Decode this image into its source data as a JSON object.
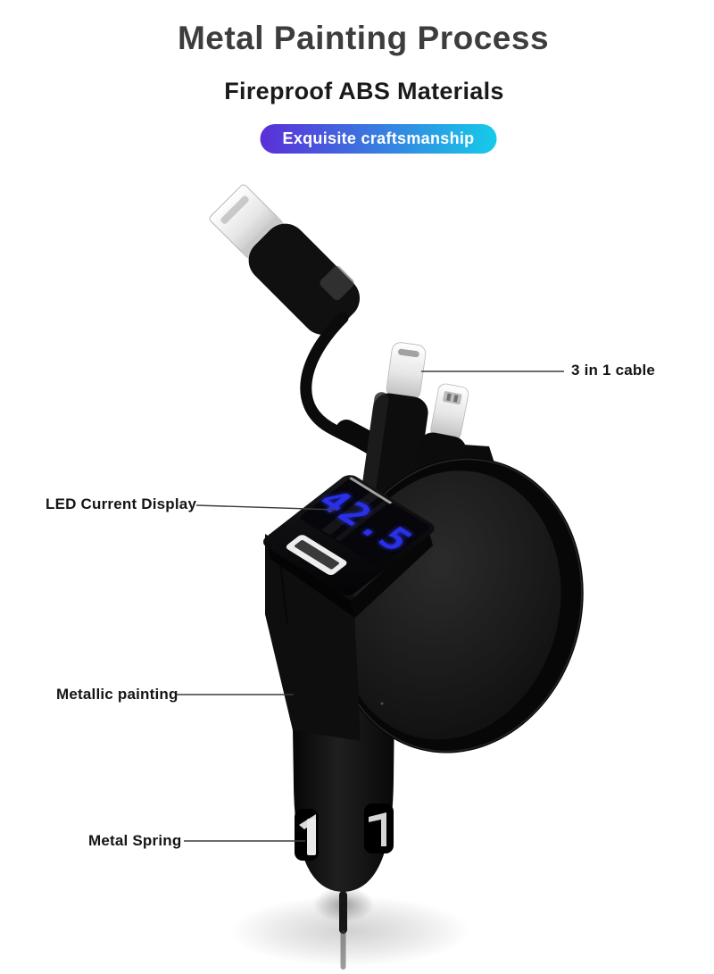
{
  "header": {
    "title": "Metal Painting Process",
    "subtitle": "Fireproof ABS Materials",
    "badge_label": "Exquisite craftsmanship"
  },
  "colors": {
    "title": "#3d3d3d",
    "subtitle": "#1a1a1a",
    "badge_gradient_start": "#5b2ed8",
    "badge_gradient_end": "#16cbe9",
    "badge_text": "#ffffff",
    "led_digits": "#2a30e8",
    "callout_text": "#151515",
    "leader_line": "#3c3c3c"
  },
  "callouts": [
    {
      "id": "cable",
      "label": "3 in 1 cable"
    },
    {
      "id": "led-display",
      "label": "LED Current Display"
    },
    {
      "id": "metallic-painting",
      "label": "Metallic painting"
    },
    {
      "id": "metal-spring",
      "label": "Metal Spring"
    }
  ],
  "device": {
    "led_reading": "42.5",
    "parts": [
      "usb-a-plug",
      "retractable-cable",
      "usb-c-connector",
      "lightning-connector",
      "led-display-module",
      "usb-port",
      "charger-disc-body",
      "charger-barrel",
      "metal-springs"
    ]
  }
}
